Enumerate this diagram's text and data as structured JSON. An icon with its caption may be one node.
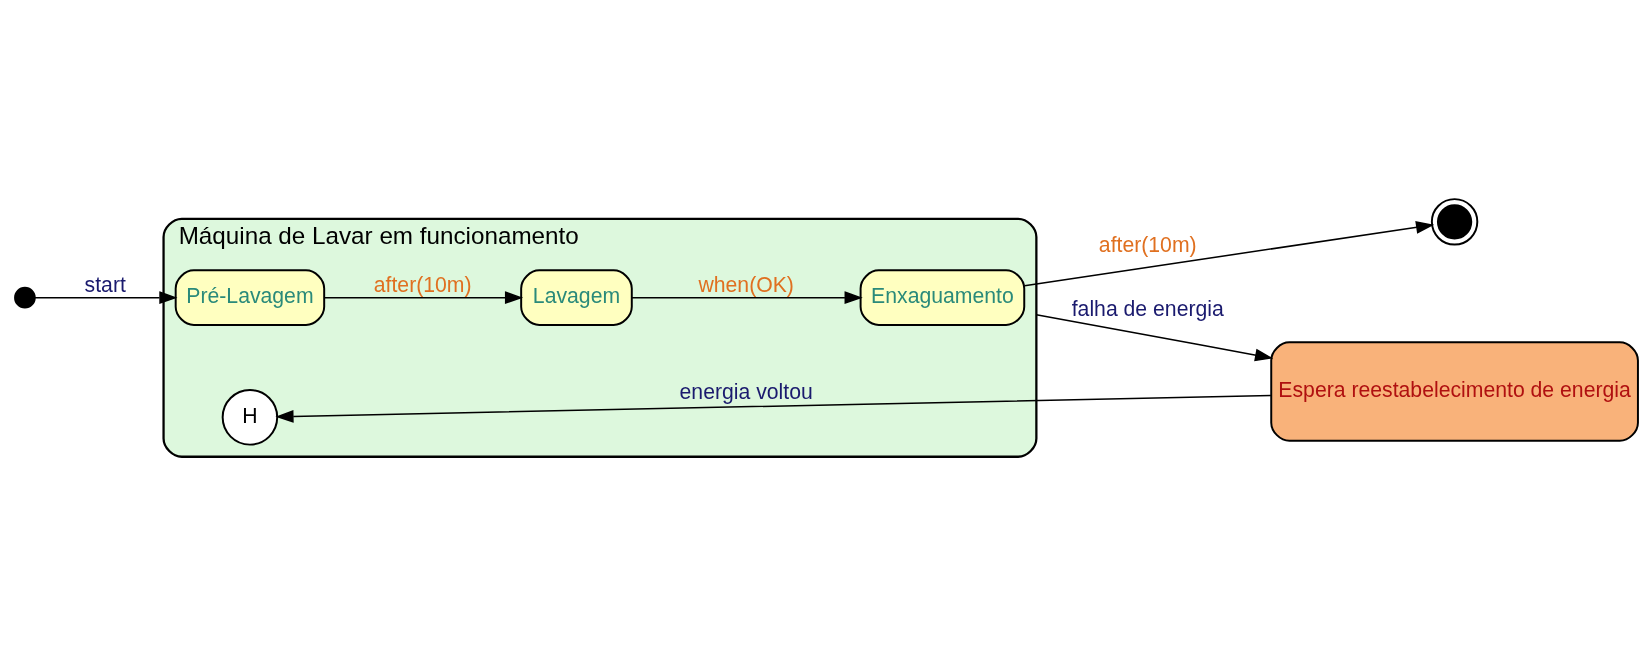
{
  "diagram": {
    "nodes": [
      {
        "text": [
          "Máquina de Lavar em funcionamento"
        ]
      },
      {
        "text": [
          "Pré-Lavagem"
        ],
        "in": 0
      },
      {
        "text": [
          "Lavagem"
        ],
        "in": 0
      },
      {
        "text": [
          "Enxaguamento"
        ],
        "in": 0
      },
      {
        "text": [
          "H"
        ],
        "in": 0
      },
      {
        "text": [],
        "shape": "circle"
      },
      {
        "text": [],
        "shape": "circle"
      },
      {
        "text": [
          "Espera reestabelecimento de energia"
        ]
      }
    ],
    "edges": [
      {
        "from": 5,
        "to": 1,
        "arrow": "to",
        "label": "start"
      },
      {
        "from": 1,
        "to": 2,
        "arrow": "to",
        "label": "after(10m)"
      },
      {
        "from": 2,
        "to": 3,
        "arrow": "to",
        "label": "when(OK)"
      },
      {
        "from": 3,
        "to": 6,
        "arrow": "to",
        "label": "after(10m)"
      },
      {
        "from": 0,
        "to": 7,
        "arrow": "to",
        "label": "falha de energia"
      },
      {
        "from": 7,
        "to": 4,
        "arrow": "to",
        "label": "energia voltou"
      }
    ]
  }
}
